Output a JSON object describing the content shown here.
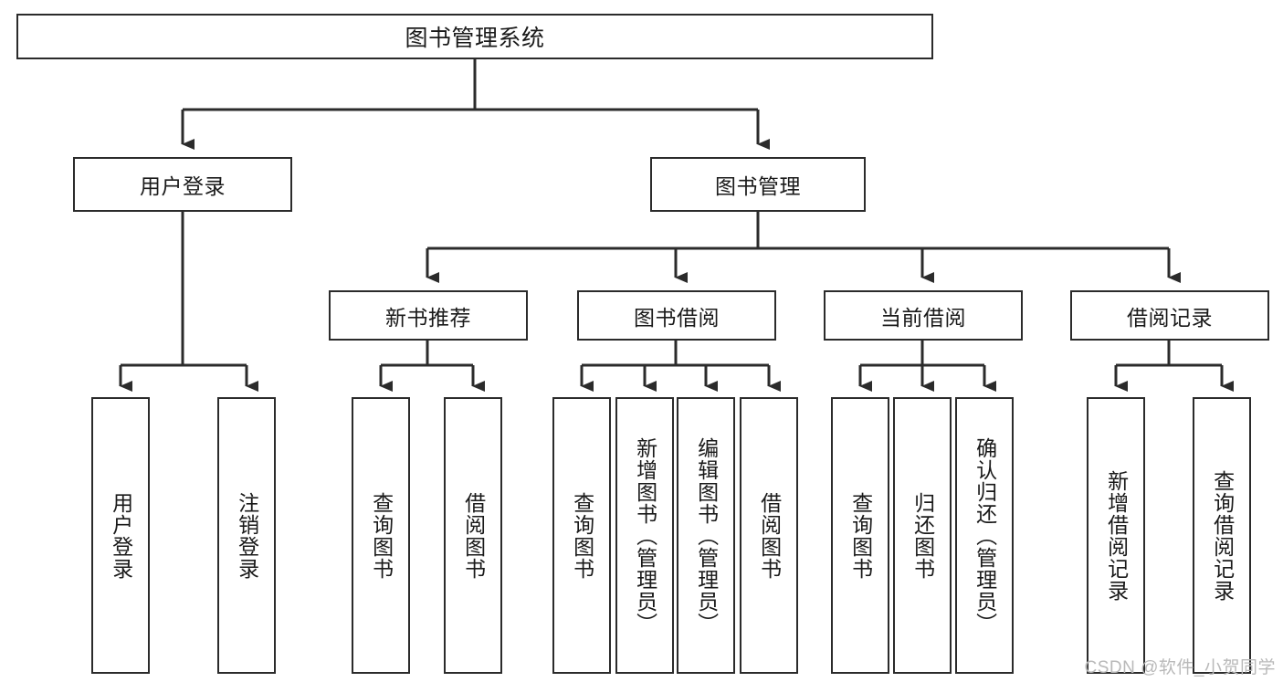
{
  "diagram": {
    "title": "图书管理系统",
    "type": "hierarchy-tree",
    "theme": {
      "stroke": "#2b2b2b",
      "fill": "#ffffff",
      "text": "#1a1a1a",
      "watermark_color": "#b9b9b9"
    },
    "root": {
      "label": "图书管理系统"
    },
    "level1": [
      {
        "label": "用户登录"
      },
      {
        "label": "图书管理"
      }
    ],
    "level2": [
      {
        "label": "新书推荐"
      },
      {
        "label": "图书借阅"
      },
      {
        "label": "当前借阅"
      },
      {
        "label": "借阅记录"
      }
    ],
    "leaves": [
      {
        "label": "用户登录",
        "parent": "用户登录"
      },
      {
        "label": "注销登录",
        "parent": "用户登录"
      },
      {
        "label": "查询图书",
        "parent": "新书推荐"
      },
      {
        "label": "借阅图书",
        "parent": "新书推荐"
      },
      {
        "label": "查询图书",
        "parent": "图书借阅"
      },
      {
        "label": "新增图书（管理员）",
        "parent": "图书借阅"
      },
      {
        "label": "编辑图书（管理员）",
        "parent": "图书借阅"
      },
      {
        "label": "借阅图书",
        "parent": "图书借阅"
      },
      {
        "label": "查询图书",
        "parent": "当前借阅"
      },
      {
        "label": "归还图书",
        "parent": "当前借阅"
      },
      {
        "label": "确认归还（管理员）",
        "parent": "当前借阅"
      },
      {
        "label": "新增借阅记录",
        "parent": "借阅记录"
      },
      {
        "label": "查询借阅记录",
        "parent": "借阅记录"
      }
    ]
  },
  "watermark": {
    "text": "CSDN @软件_小贺同学"
  }
}
